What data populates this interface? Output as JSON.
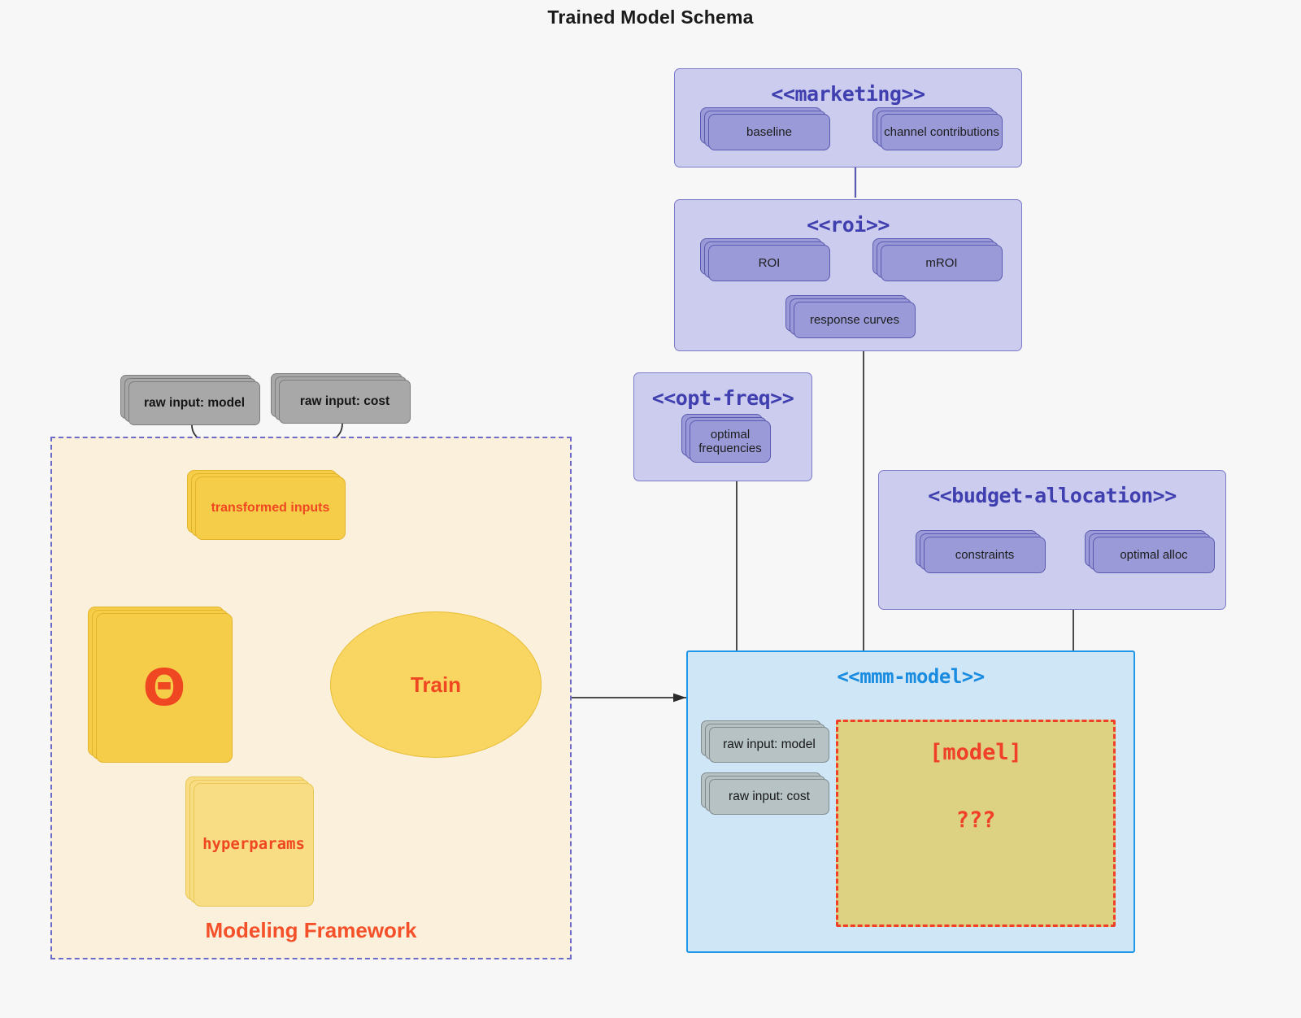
{
  "title": "Trained Model Schema",
  "framework": {
    "label": "Modeling Framework",
    "transformed_inputs": "transformed inputs",
    "theta": "Θ",
    "hyperparams": "hyperparams",
    "train": "Train",
    "raw_input_model": "raw input: model",
    "raw_input_cost": "raw input: cost"
  },
  "packages": {
    "marketing": {
      "title": "<<marketing>>",
      "nodes": [
        "baseline",
        "channel contributions"
      ]
    },
    "roi": {
      "title": "<<roi>>",
      "nodes": [
        "ROI",
        "mROI",
        "response curves"
      ]
    },
    "opt_freq": {
      "title": "<<opt-freq>>",
      "nodes": [
        "optimal\nfrequencies"
      ],
      "node_line1": "optimal",
      "node_line2": "frequencies"
    },
    "budget_allocation": {
      "title": "<<budget-allocation>>",
      "nodes": [
        "constraints",
        "optimal alloc"
      ]
    },
    "mmm_model": {
      "title": "<<mmm-model>>",
      "raw_input_model": "raw input: model",
      "raw_input_cost": "raw input: cost",
      "model_label": "[model]",
      "model_unknown": "???"
    }
  },
  "colors": {
    "background": "#f7f7f7",
    "package_fill": "#ccccee",
    "package_border": "#7b7bc8",
    "package_title": "#3f3fb0",
    "card_purple_fill": "#9a9ad8",
    "card_purple_border": "#5a5ab0",
    "mmm_fill": "#cfe6f7",
    "mmm_border": "#2196e8",
    "mmm_title": "#1a8ce0",
    "framework_fill": "#faf0dc",
    "framework_border": "#6c6cc8",
    "accent_red": "#ef4722",
    "yellow_card": "#f6cd49",
    "yellow_card_light": "#f9dd84",
    "train_fill": "#f9d662",
    "model_region_fill": "#ddd282",
    "model_region_border": "#f0402a",
    "gray_card": "#a8a8a8",
    "steel_card": "#b6c2c4",
    "edge_dark": "#4a4a4a"
  }
}
